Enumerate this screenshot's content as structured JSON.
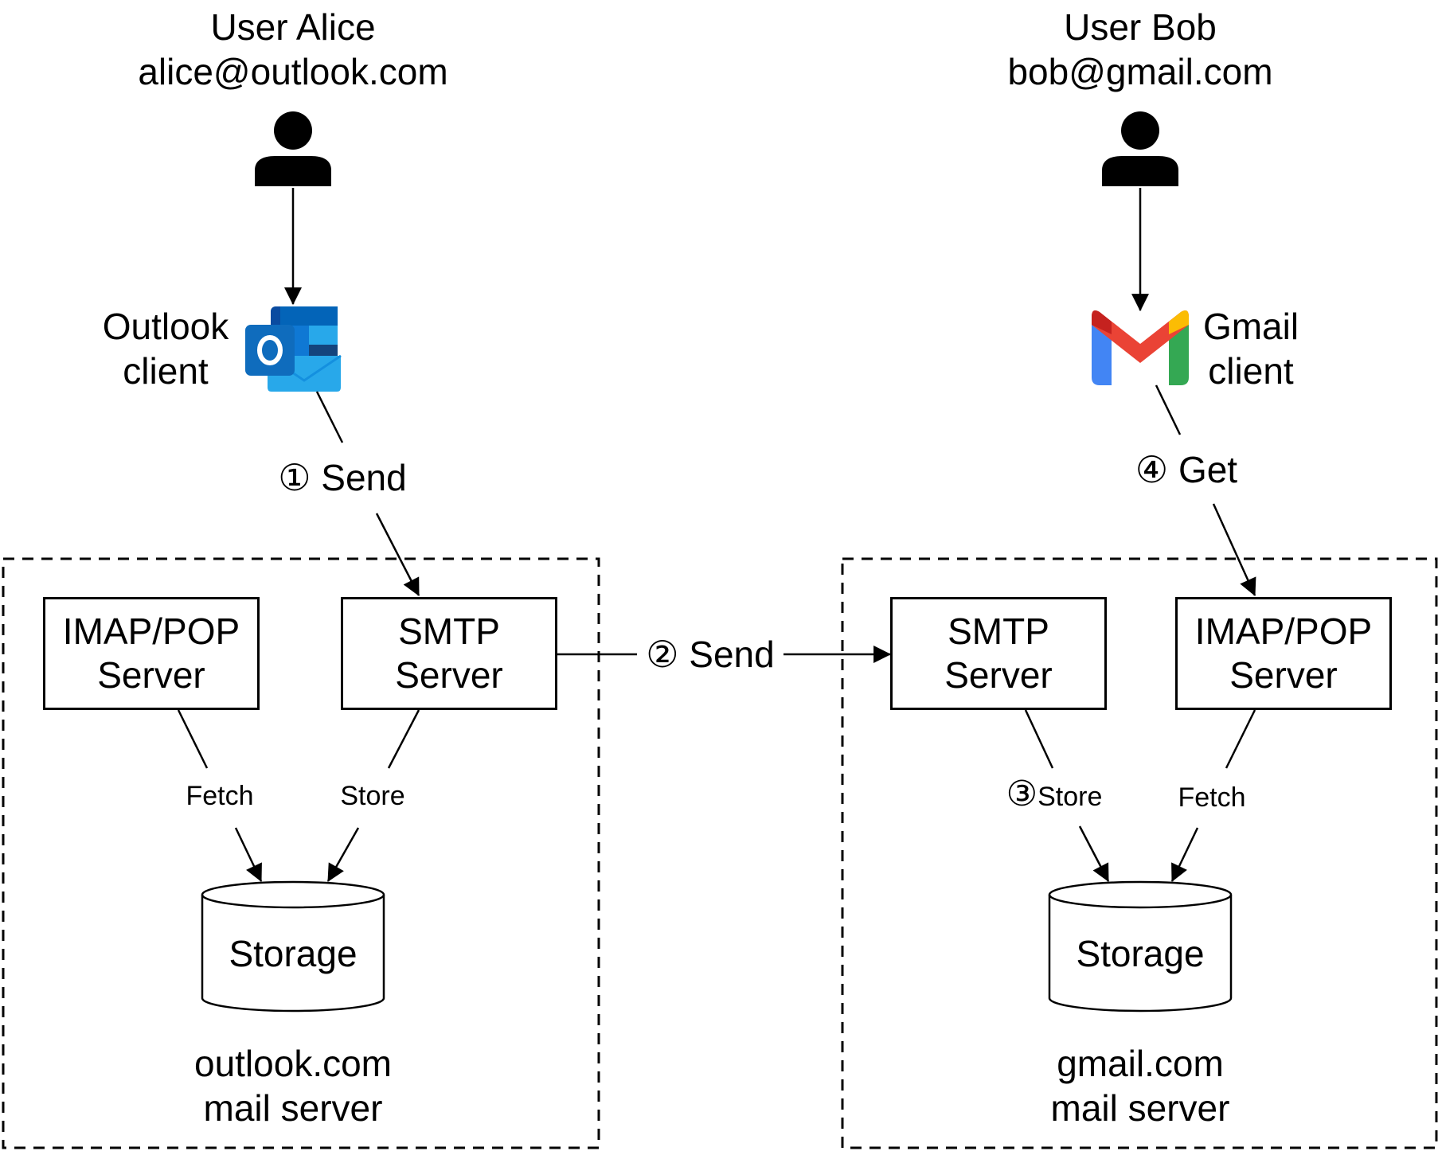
{
  "users": {
    "alice": {
      "name": "User Alice",
      "email": "alice@outlook.com"
    },
    "bob": {
      "name": "User Bob",
      "email": "bob@gmail.com"
    }
  },
  "clients": {
    "outlook": {
      "line1": "Outlook",
      "line2": "client",
      "logo": "outlook-logo"
    },
    "gmail": {
      "line1": "Gmail",
      "line2": "client",
      "logo": "gmail-logo"
    }
  },
  "steps": {
    "step1": {
      "num": "①",
      "label": "Send"
    },
    "step2": {
      "num": "②",
      "label": "Send"
    },
    "step3": {
      "num": "③",
      "label": "Store"
    },
    "step4": {
      "num": "④",
      "label": "Get"
    }
  },
  "outlook_server": {
    "imap": {
      "line1": "IMAP/POP",
      "line2": "Server"
    },
    "smtp": {
      "line1": "SMTP",
      "line2": "Server"
    },
    "fetch": "Fetch",
    "store": "Store",
    "storage": "Storage",
    "caption": {
      "line1": "outlook.com",
      "line2": "mail server"
    }
  },
  "gmail_server": {
    "smtp": {
      "line1": "SMTP",
      "line2": "Server"
    },
    "imap": {
      "line1": "IMAP/POP",
      "line2": "Server"
    },
    "fetch": "Fetch",
    "storage": "Storage",
    "caption": {
      "line1": "gmail.com",
      "line2": "mail server"
    }
  },
  "colors": {
    "outlook_blue_dark": "#0A4BA0",
    "outlook_blue": "#0F78D4",
    "outlook_blue_light": "#28A8EA",
    "gmail_red": "#EA4335",
    "gmail_blue": "#4285F4",
    "gmail_green": "#34A853",
    "gmail_yellow": "#FBBC04",
    "gmail_dark_red": "#C5221F"
  }
}
